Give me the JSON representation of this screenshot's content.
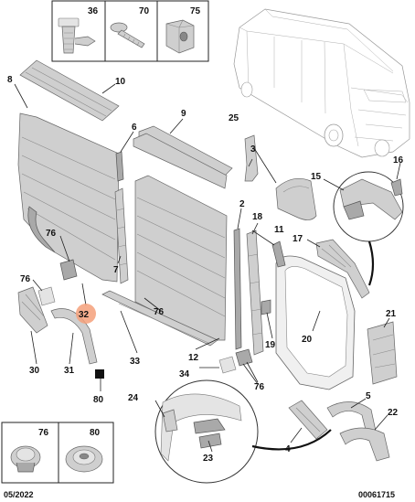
{
  "fastener_boxes_top": [
    {
      "label": "36",
      "icon": "push-clip-icon"
    },
    {
      "label": "70",
      "icon": "screw-icon"
    },
    {
      "label": "75",
      "icon": "square-nut-clip-icon"
    }
  ],
  "fastener_boxes_bottom": [
    {
      "label": "76",
      "icon": "plug-icon"
    },
    {
      "label": "80",
      "icon": "round-grommet-icon"
    }
  ],
  "callouts": {
    "c2": "2",
    "c3": "3",
    "c4": "4",
    "c5": "5",
    "c6": "6",
    "c7": "7",
    "c8": "8",
    "c9": "9",
    "c10": "10",
    "c11": "11",
    "c12": "12",
    "c15": "15",
    "c16": "16",
    "c17": "17",
    "c18": "18",
    "c19": "19",
    "c20": "20",
    "c21": "21",
    "c22": "22",
    "c23": "23",
    "c24": "24",
    "c25": "25",
    "c30": "30",
    "c31": "31",
    "c32": "32",
    "c33": "33",
    "c34": "34",
    "c76a": "76",
    "c76b": "76",
    "c76c": "76",
    "c76d": "76",
    "c80": "80"
  },
  "highlight_callout": "32",
  "highlight_color": "#f4a07a",
  "footer": {
    "date": "05/2022",
    "ref": "00061715"
  }
}
